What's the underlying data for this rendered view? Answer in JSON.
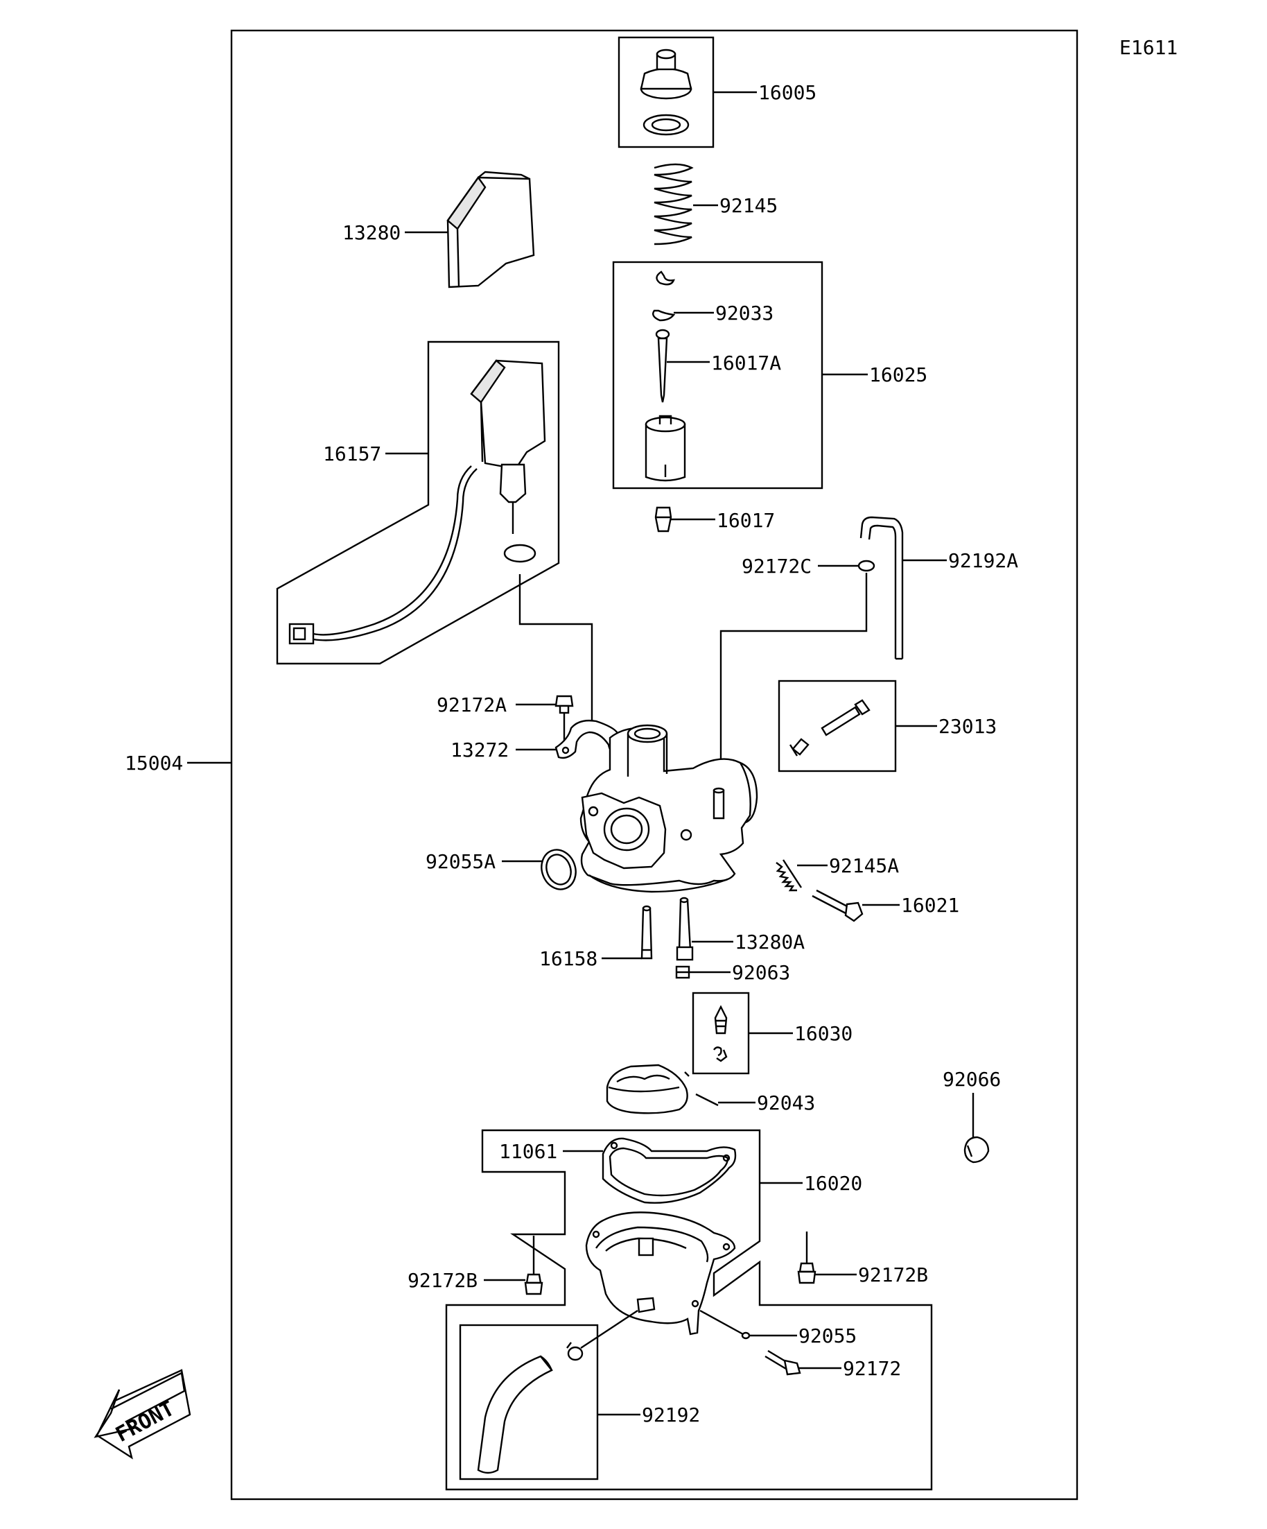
{
  "diagram_code": "E1611",
  "front_label": "FRONT",
  "parts": {
    "p16005": "16005",
    "p92145": "92145",
    "p13280": "13280",
    "p92033": "92033",
    "p16017A": "16017A",
    "p16025": "16025",
    "p16157": "16157",
    "p16017": "16017",
    "p92172C": "92172C",
    "p92192A": "92192A",
    "p92172A": "92172A",
    "p23013": "23013",
    "p13272": "13272",
    "p15004": "15004",
    "p92055A": "92055A",
    "p92145A": "92145A",
    "p16021": "16021",
    "p13280A": "13280A",
    "p16158": "16158",
    "p92063": "92063",
    "p16030": "16030",
    "p92066": "92066",
    "p92043": "92043",
    "p11061": "11061",
    "p16020": "16020",
    "p92172B_left": "92172B",
    "p92172B_right": "92172B",
    "p92055": "92055",
    "p92172": "92172",
    "p92192": "92192"
  }
}
